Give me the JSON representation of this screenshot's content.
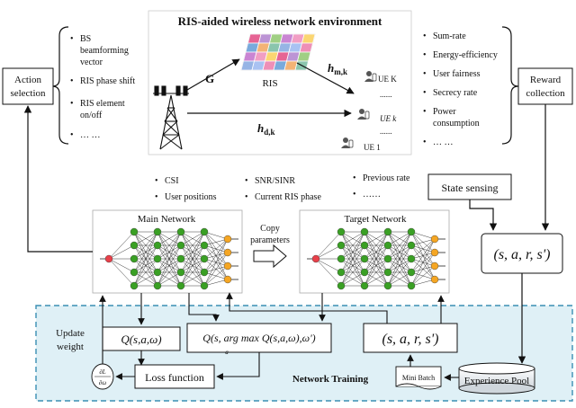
{
  "env": {
    "title": "RIS-aided wireless network environment",
    "ris_label": "RIS",
    "G_label": "G",
    "hmk_label": "h",
    "hmk_sub": "m,k",
    "hdk_label": "h",
    "hdk_sub": "d,k",
    "ue_k_cap": "UE K",
    "ue_k_ital": "UE k",
    "ue_1": "UE 1",
    "dots": "......"
  },
  "actions": {
    "items": [
      "BS",
      "beamforming",
      "vector",
      "RIS phase shift",
      "RIS element",
      "on/off",
      "… …"
    ]
  },
  "action_label": [
    "Action",
    "selection"
  ],
  "rewards": {
    "items": [
      "Sum-rate",
      "Energy-efficiency",
      "User fairness",
      "Secrecy rate",
      "Power",
      "consumption",
      "… …"
    ]
  },
  "reward_label": [
    "Reward",
    "collection"
  ],
  "state": {
    "col1": [
      "CSI",
      "User positions"
    ],
    "col2": [
      "SNR/SINR",
      "Current RIS phase"
    ],
    "col3": [
      "Previous rate",
      "……"
    ],
    "label": "State sensing"
  },
  "networks": {
    "main": "Main Network",
    "target": "Target Network",
    "copy": [
      "Copy",
      "parameters"
    ]
  },
  "sarsa_right": "(s, a, r, s')",
  "training": {
    "update": [
      "Update",
      "weight"
    ],
    "q1": "Q(s,a,ω)",
    "q2_left": "Q(s, arg max Q(s,a,ω),ω')",
    "q2_sub": "a",
    "sarsa_box": "(s, a, r, s')",
    "loss": "Loss function",
    "grad_num": "∂L",
    "grad_den": "∂ω",
    "title": "Network Training",
    "minibatch": "Mini Batch",
    "pool": "Experience Pool"
  },
  "colors": {
    "input_node": "#e8404a",
    "hidden_node": "#3aa024",
    "output_node": "#f5a623",
    "training_bg": "#dff0f6",
    "training_border": "#3a8fb3"
  }
}
